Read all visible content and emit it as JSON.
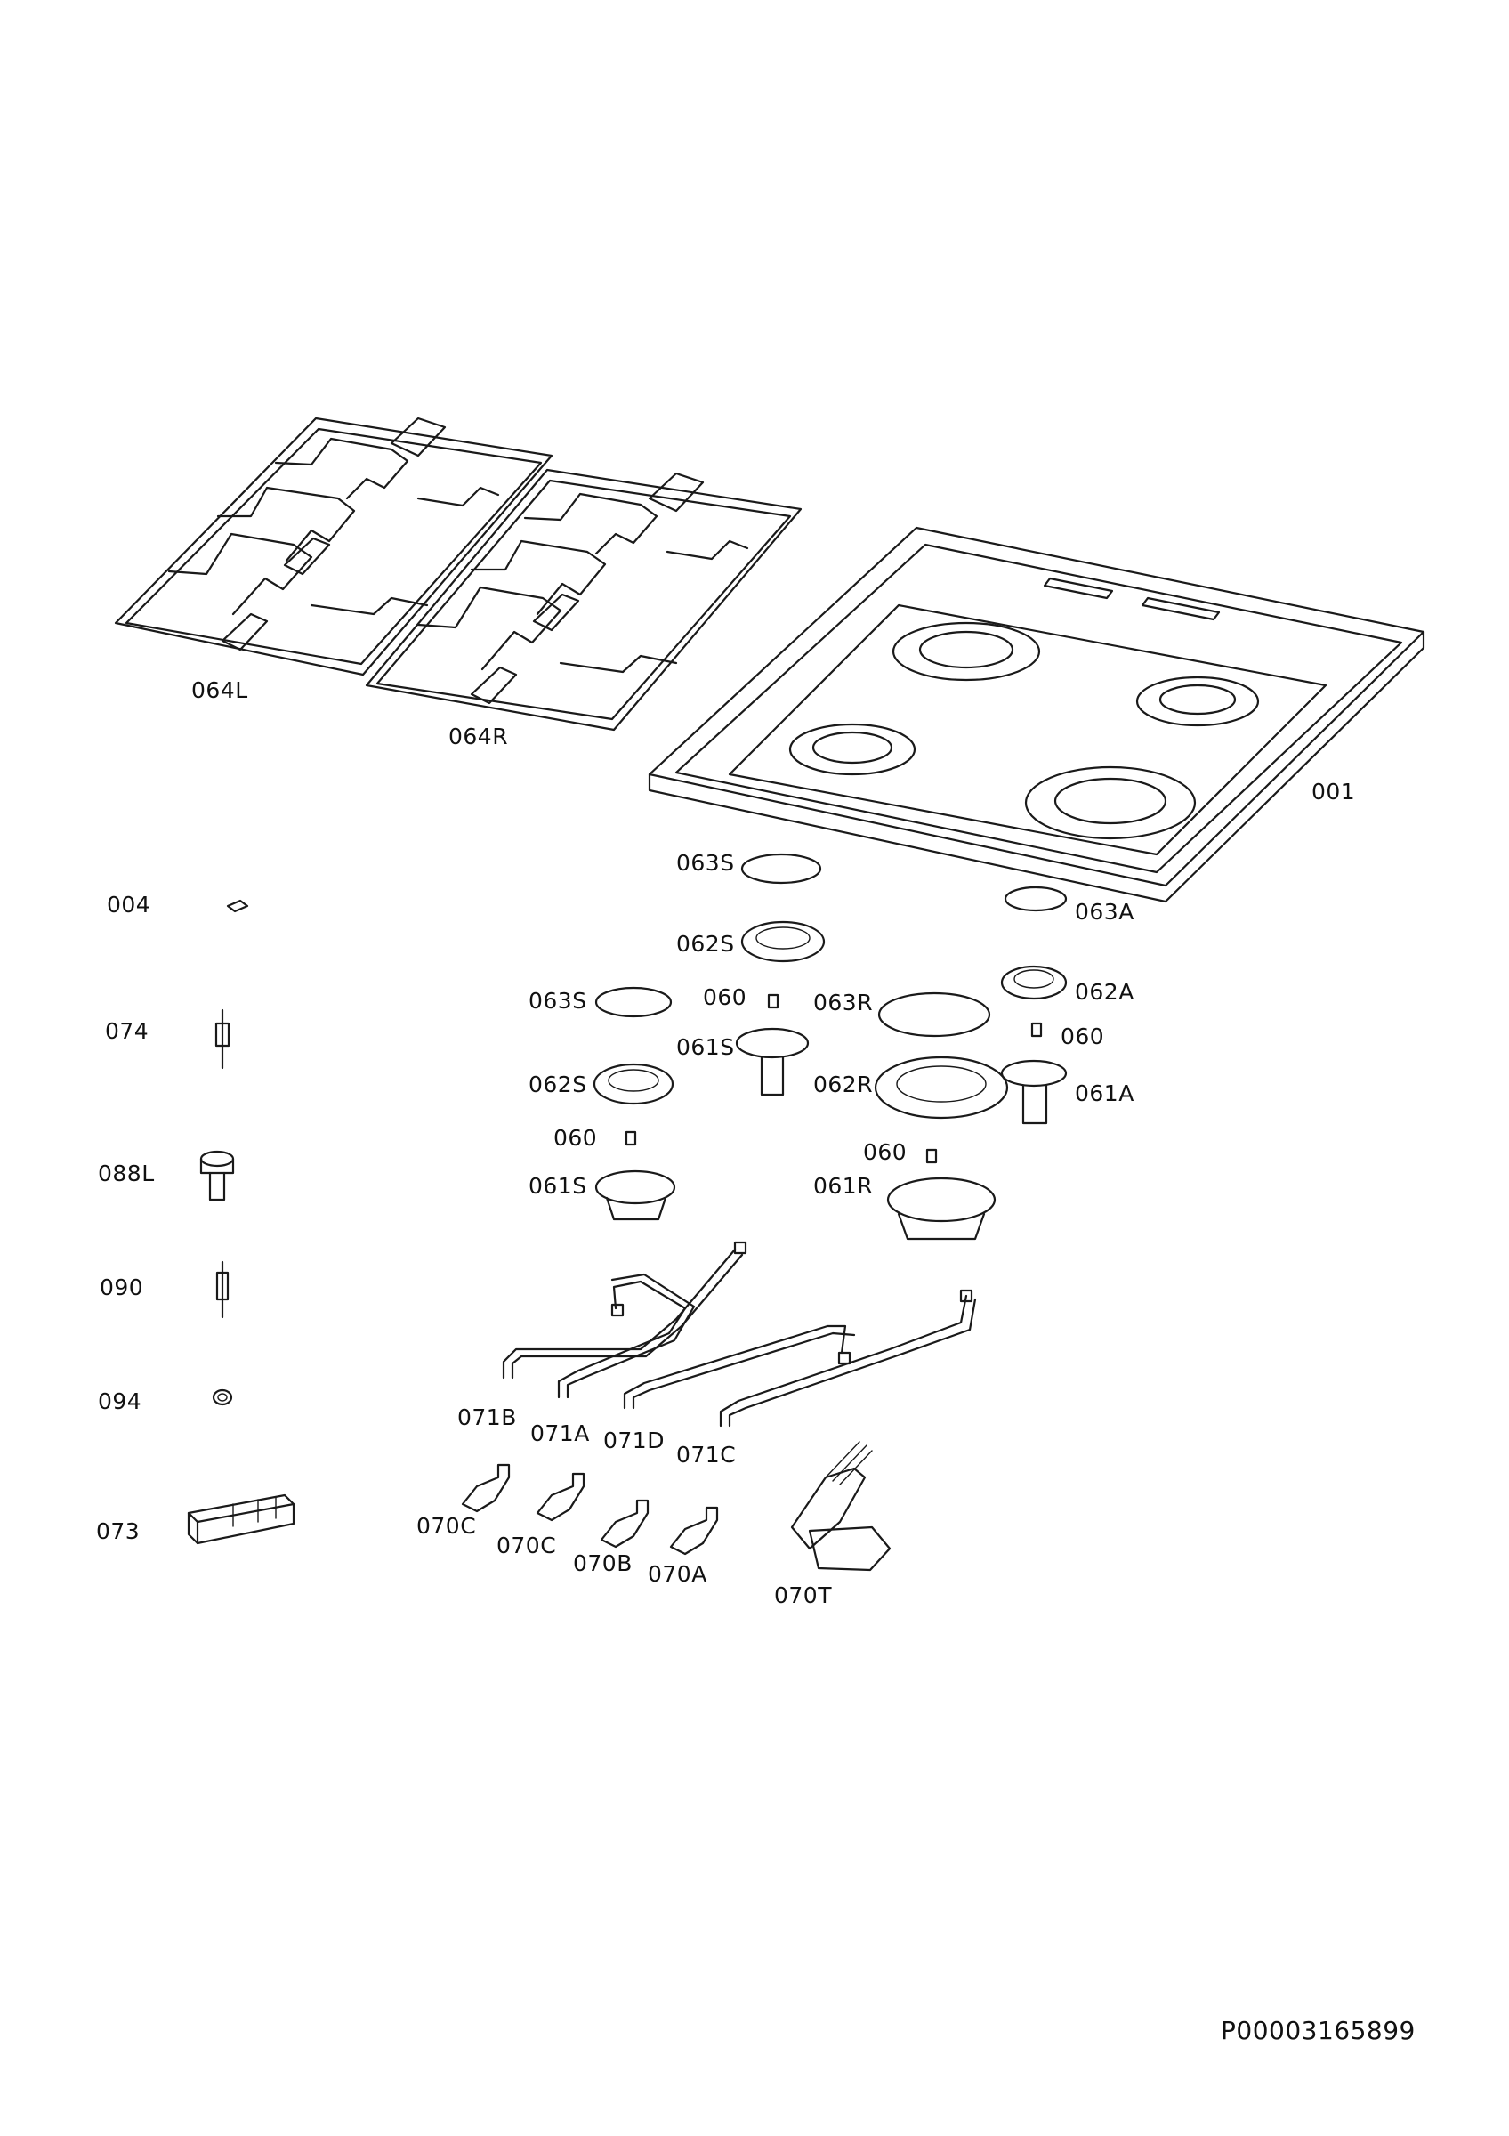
{
  "labels": {
    "p064L": "064L",
    "p064R": "064R",
    "p001": "001",
    "p004": "004",
    "p074": "074",
    "p088L": "088L",
    "p090": "090",
    "p094": "094",
    "p073": "073",
    "p063S_a": "063S",
    "p063A": "063A",
    "p062S_a": "062S",
    "p063S_b": "063S",
    "p060_a": "060",
    "p063R": "063R",
    "p062A": "062A",
    "p060_b": "060",
    "p061S_a": "061S",
    "p062S_b": "062S",
    "p062R": "062R",
    "p061A": "061A",
    "p060_c": "060",
    "p060_d": "060",
    "p061S_b": "061S",
    "p061R": "061R",
    "p071B": "071B",
    "p071A": "071A",
    "p071D": "071D",
    "p071C": "071C",
    "p070C_a": "070C",
    "p070C_b": "070C",
    "p070B": "070B",
    "p070A": "070A",
    "p070T": "070T"
  },
  "document_number": "P00003165899"
}
